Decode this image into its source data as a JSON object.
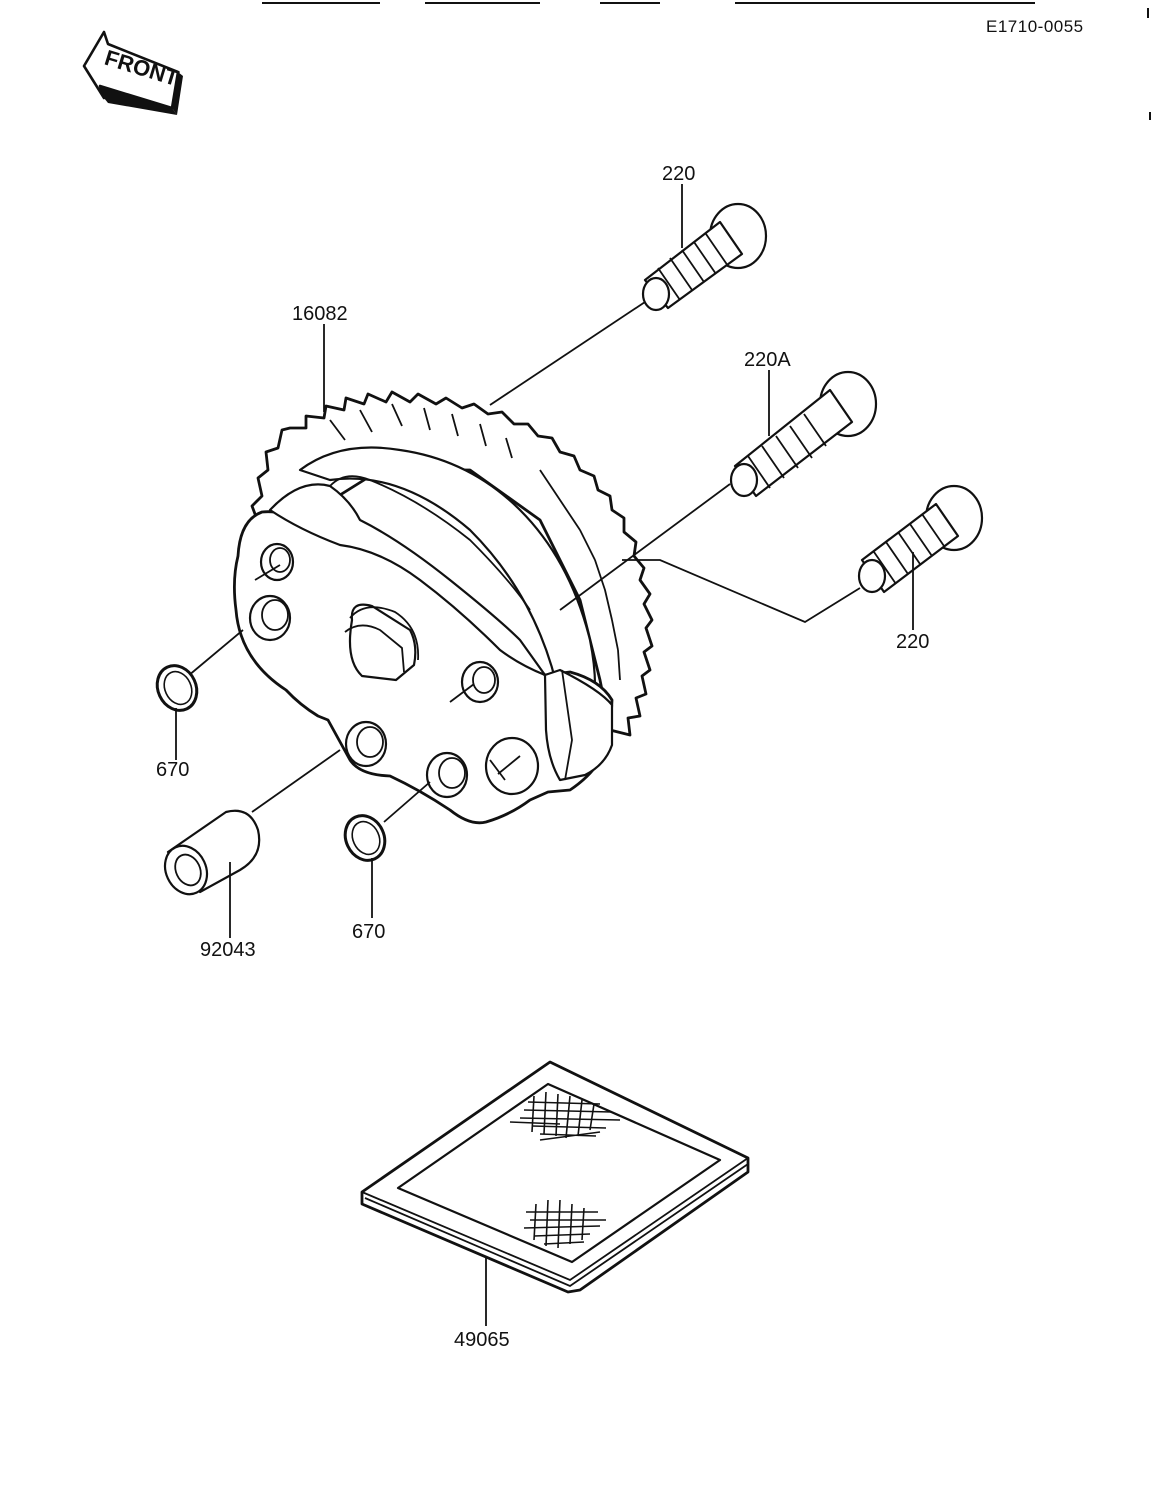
{
  "document": {
    "code": "E1710-0055",
    "front_label": "FRONT"
  },
  "parts": {
    "pump_assy": "16082",
    "bolt_top": "220",
    "bolt_middle": "220A",
    "bolt_lower": "220",
    "ring_left": "670",
    "ring_bottom": "670",
    "dowel": "92043",
    "screen": "49065"
  }
}
